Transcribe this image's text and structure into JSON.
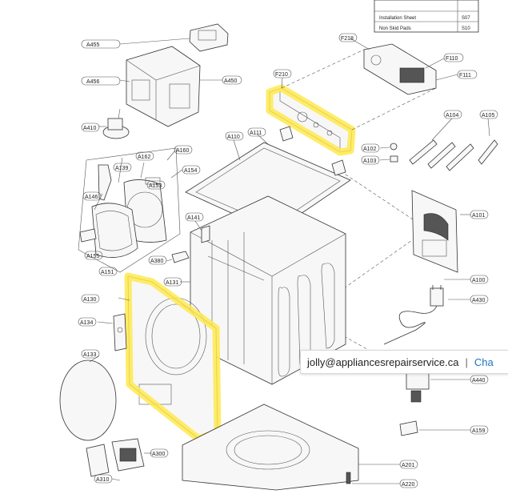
{
  "spec_table": {
    "rows": [
      {
        "name": "Installation Sheet",
        "code": "S07"
      },
      {
        "name": "Non Skid Pads",
        "code": "S10"
      }
    ]
  },
  "part_labels": {
    "A455": "A455",
    "A456": "A456",
    "A450": "A450",
    "A410": "A410",
    "F218": "F218",
    "F210": "F210",
    "F110": "F110",
    "F111": "F111",
    "A104": "A104",
    "A105": "A105",
    "A110": "A110",
    "A111": "A111",
    "A102": "A102",
    "A103": "A103",
    "A160": "A160",
    "A139": "A139",
    "A162": "A162",
    "A154": "A154",
    "A153": "A153",
    "A146": "A146",
    "A141": "A141",
    "A101": "A101",
    "A155": "A155",
    "A380": "A380",
    "A151": "A151",
    "A131": "A131",
    "A100": "A100",
    "A430": "A430",
    "A130": "A130",
    "A134": "A134",
    "A133": "A133",
    "A440": "A440",
    "A159": "A159",
    "A300": "A300",
    "A201": "A201",
    "A310": "A310",
    "A220": "A220"
  },
  "contact_bar": {
    "email": "jolly@appliancesrepairservice.ca",
    "separator": "|",
    "chat": "Cha"
  },
  "colors": {
    "highlight": "#ffe94d",
    "link": "#1a73c8"
  }
}
